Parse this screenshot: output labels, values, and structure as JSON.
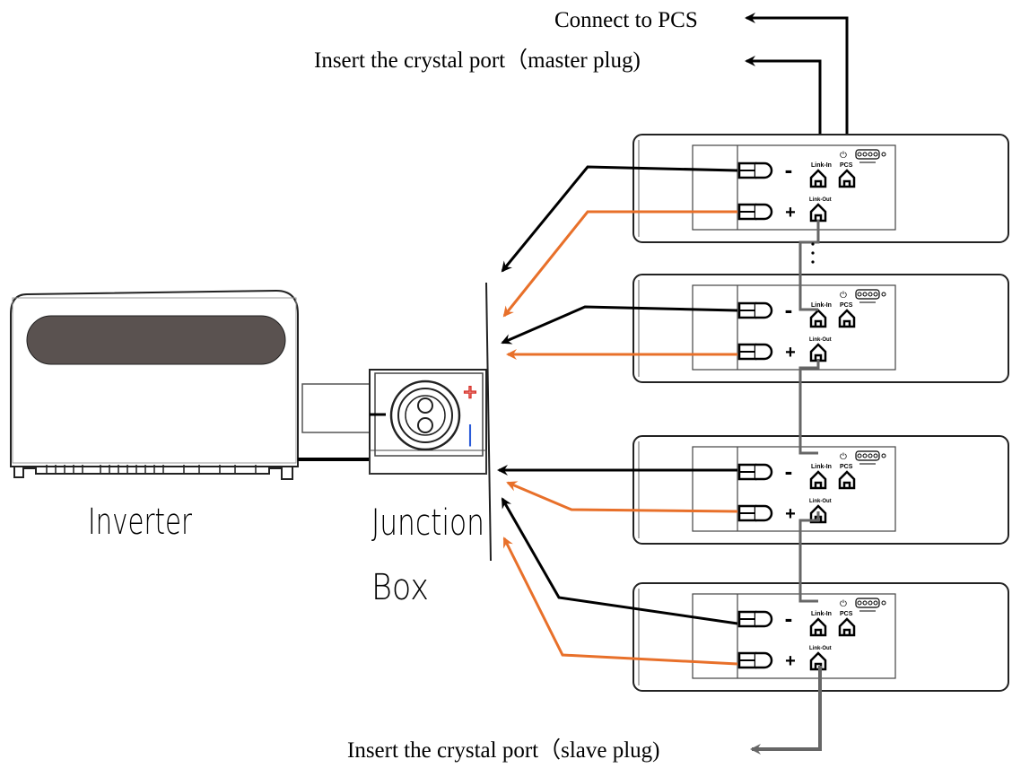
{
  "annotations": {
    "connect_pcs": "Connect to PCS",
    "master_plug": "Insert the crystal port（master plug)",
    "slave_plug": "Insert the crystal port（slave plug)"
  },
  "devices": {
    "inverter_label": "Inverter",
    "junction_box_label_line1": "Junction",
    "junction_box_label_line2": "Box",
    "junction_plus": "+",
    "junction_minus": "|"
  },
  "battery_module": {
    "terminal_minus": "-",
    "terminal_plus": "+",
    "link_in": "Link-In",
    "link_out": "Link-Out",
    "pcs": "PCS",
    "power_symbol": "⏻"
  },
  "modules": [
    {
      "id": "battery-1"
    },
    {
      "id": "battery-2"
    },
    {
      "id": "battery-3"
    },
    {
      "id": "battery-4"
    }
  ],
  "colors": {
    "negative_cable": "#000000",
    "positive_cable": "#e8702a",
    "link_cable": "#666666",
    "inverter_window": "#5a5250",
    "junction_plus": "#d8322a",
    "junction_minus": "#2a5bd8"
  }
}
